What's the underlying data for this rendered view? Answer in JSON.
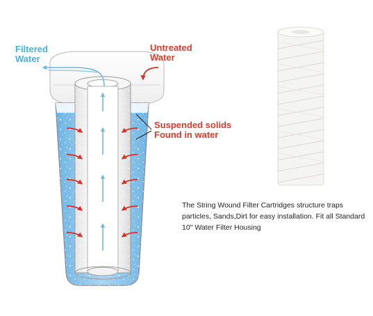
{
  "labels": {
    "filtered": [
      "Filtered",
      "Water"
    ],
    "untreated": [
      "Untreated",
      "Water"
    ],
    "solids": [
      "Suspended solids",
      "Found in water"
    ]
  },
  "description": "The String Wound Filter Cartridges structure traps particles, Sands,Dirt for easy installation. Fit all Standard 10\" Water Filter Housing",
  "colors": {
    "blue_label": "#4aaee0",
    "red_label": "#e03a2a",
    "water": "#8ec6ea",
    "flow_arrow": "#6fb8e4",
    "housing_outline": "#9a9a9a"
  },
  "icons": [
    "filter-housing",
    "filter-cartridge",
    "string-wound-cartridge-photo"
  ]
}
